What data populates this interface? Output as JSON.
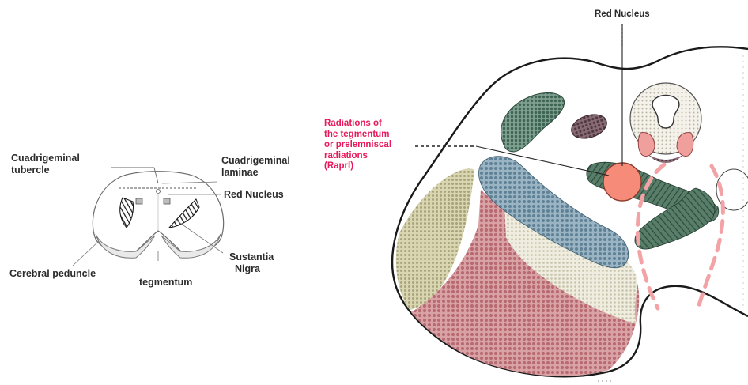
{
  "left_diagram": {
    "labels": {
      "cuadrigeminal_tubercle": "Cuadrigeminal\ntubercle",
      "cuadrigeminal_laminae": "Cuadrigeminal\nlaminae",
      "red_nucleus": "Red Nucleus",
      "sustantia_nigra": "Sustantia\n  Nigra",
      "cerebral_peduncle": "Cerebral peduncle",
      "tegmentum": "tegmentum"
    }
  },
  "right_diagram": {
    "labels": {
      "red_nucleus": "Red Nucleus",
      "radiations": "Radiations of\nthe tegmentum\nor prelemniscal\nradiations\n(Raprl)"
    }
  },
  "colors": {
    "label_text": "#2b2b2b",
    "highlight_label": "#e8185a",
    "red_nucleus_fill": "#f58b78",
    "tegmental_green": "#3f6b57",
    "peduncle_blue": "#7a9bb0",
    "peduncle_red": "#c98488",
    "peduncle_tan": "#c8c49a",
    "substantia_beige": "#e6e2cf"
  }
}
